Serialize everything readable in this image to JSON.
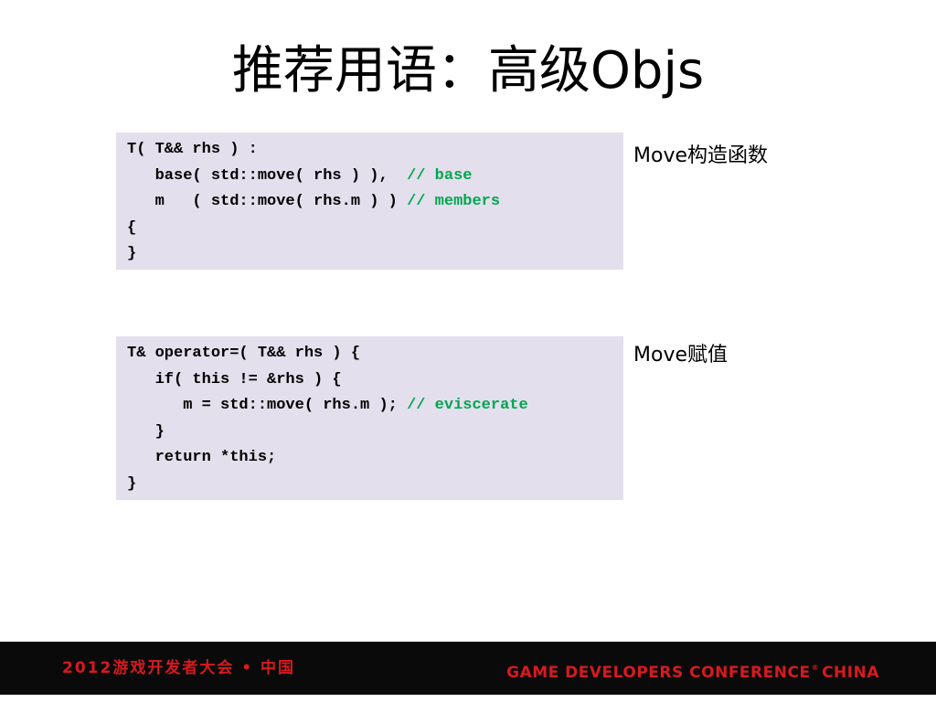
{
  "slide": {
    "title": "推荐用语：高级Objs"
  },
  "blocks": [
    {
      "label": "Move构造函数",
      "lines": [
        {
          "code": "T( T&& rhs ) :",
          "comment": ""
        },
        {
          "code": "   base( std::move( rhs ) ),  ",
          "comment": "// base"
        },
        {
          "code": "   m   ( std::move( rhs.m ) ) ",
          "comment": "// members"
        },
        {
          "code": "{",
          "comment": ""
        },
        {
          "code": "}",
          "comment": ""
        }
      ]
    },
    {
      "label": "Move赋值",
      "lines": [
        {
          "code": "T& operator=( T&& rhs ) {",
          "comment": ""
        },
        {
          "code": "   if( this != &rhs ) {",
          "comment": ""
        },
        {
          "code": "      m = std::move( rhs.m ); ",
          "comment": "// eviscerate"
        },
        {
          "code": "   }",
          "comment": ""
        },
        {
          "code": "   return *this;",
          "comment": ""
        },
        {
          "code": "}",
          "comment": ""
        }
      ]
    }
  ],
  "footer": {
    "left_text": "2012游戏开发者大会 • 中国",
    "right_text": "GAME DEVELOPERS CONFERENCE",
    "right_mark": "®",
    "right_suffix": "CHINA"
  },
  "colors": {
    "code_background": "#e4dfec",
    "comment": "#00a651",
    "footer_background": "#0a0a0a",
    "footer_text": "#d71a1f"
  }
}
